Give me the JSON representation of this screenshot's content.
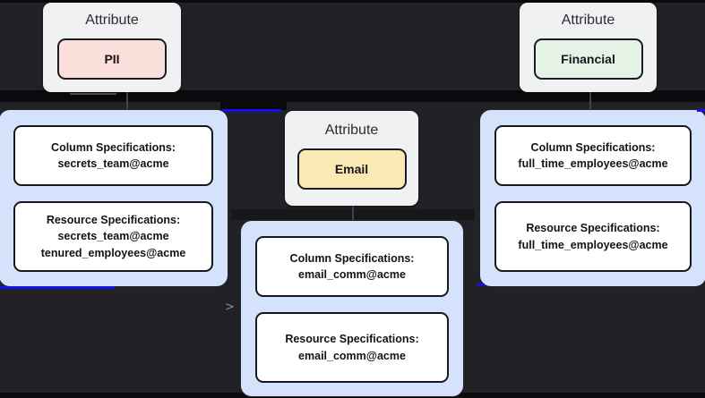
{
  "diagram": {
    "edge_marker": ">"
  },
  "attribute_nodes": [
    {
      "title": "Attribute",
      "value": "PII",
      "chip_color": "#fbdfdb"
    },
    {
      "title": "Attribute",
      "value": "Email",
      "chip_color": "#fbe9b4"
    },
    {
      "title": "Attribute",
      "value": "Financial",
      "chip_color": "#e5f2e6"
    }
  ],
  "spec_nodes": [
    {
      "column": {
        "label": "Column Specifications:",
        "values": "secrets_team@acme"
      },
      "resource": {
        "label": "Resource Specifications:",
        "values": "secrets_team@acme\ntenured_employees@acme"
      }
    },
    {
      "column": {
        "label": "Column Specifications:",
        "values": "email_comm@acme"
      },
      "resource": {
        "label": "Resource Specifications:",
        "values": "email_comm@acme"
      }
    },
    {
      "column": {
        "label": "Column Specifications:",
        "values": "full_time_employees@acme"
      },
      "resource": {
        "label": "Resource Specifications:",
        "values": "full_time_employees@acme"
      }
    }
  ],
  "colors": {
    "canvas_bg": "#212126",
    "edge_band": "#0a0a0c",
    "card_bg": "#f0f1f3",
    "pii_chip": "#fbdfdb",
    "email_chip": "#fbe9b4",
    "financial_chip": "#e5f2e6",
    "container_bg": "#d4e3fb",
    "selected_edge_blue": "#1212ee"
  }
}
